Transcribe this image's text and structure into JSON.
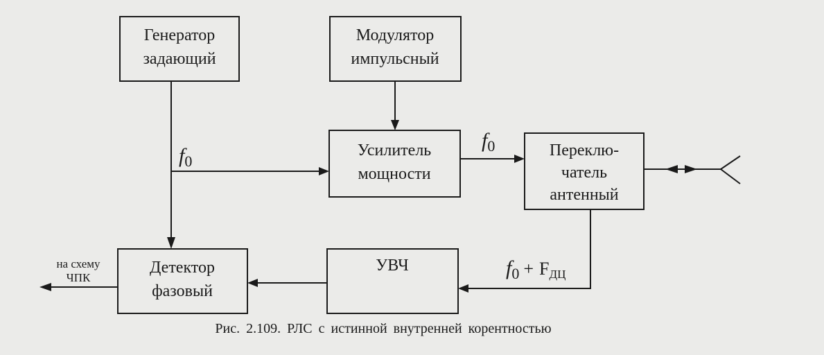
{
  "blocks": {
    "master_oscillator": {
      "line1": "Генератор",
      "line2": "задающий"
    },
    "pulse_modulator": {
      "line1": "Модулятор",
      "line2": "импульсный"
    },
    "power_amplifier": {
      "line1": "Усилитель",
      "line2": "мощности"
    },
    "antenna_switch": {
      "line1": "Переклю-",
      "line2": "чатель",
      "line3": "антенный"
    },
    "rf_amplifier": {
      "line1": "УВЧ"
    },
    "phase_detector": {
      "line1": "Детектор",
      "line2": "фазовый"
    }
  },
  "signals": {
    "f0_main": "f",
    "f0_main_sub": "0",
    "f0_tx": "f",
    "f0_tx_sub": "0",
    "f0_rx": "f",
    "f0_rx_sub": "0",
    "rx_plus": "+",
    "rx_F": "F",
    "rx_F_sub": "ДЦ"
  },
  "output": {
    "line1": "на схему",
    "line2": "ЧПК"
  },
  "caption": "Рис. 2.109. РЛС с истинной внутренней корентностью"
}
